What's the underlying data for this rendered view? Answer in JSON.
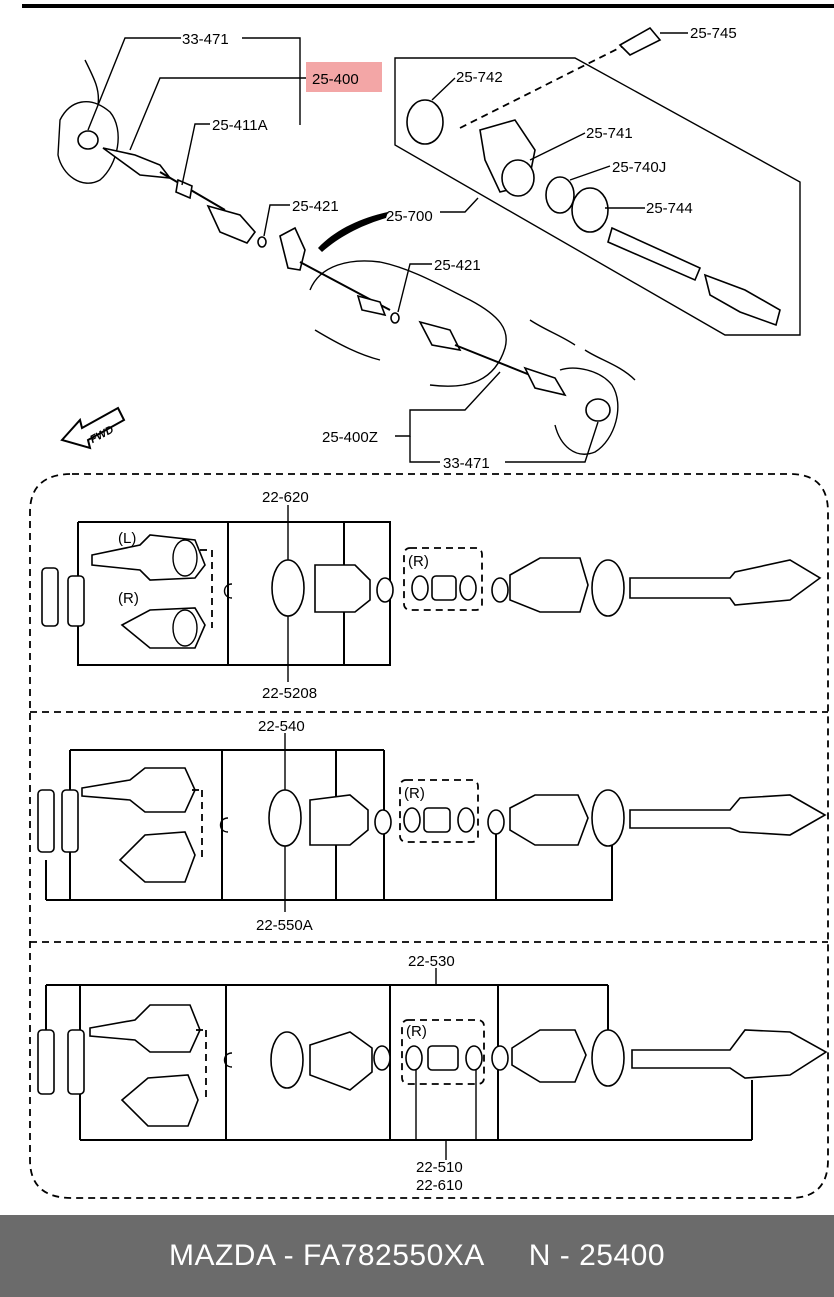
{
  "labels": {
    "top": {
      "l_33_471_a": "33-471",
      "l_25_400": "25-400",
      "l_25_411a": "25-411A",
      "l_25_421_a": "25-421",
      "l_25_700": "25-700",
      "l_25_421_b": "25-421",
      "l_25_400z": "25-400Z",
      "l_33_471_b": "33-471",
      "l_25_745": "25-745",
      "l_25_742": "25-742",
      "l_25_741": "25-741",
      "l_25_740j": "25-740J",
      "l_25_744": "25-744",
      "fwd": "FWD"
    },
    "section1": {
      "top": "22-620",
      "bottom": "22-5208",
      "side_l": "(L)",
      "side_r": "(R)",
      "inner_r": "(R)"
    },
    "section2": {
      "top": "22-540",
      "bottom": "22-550A",
      "inner_r": "(R)"
    },
    "section3": {
      "top": "22-530",
      "bottom1": "22-510",
      "bottom2": "22-610",
      "inner_r": "(R)"
    }
  },
  "highlight_color": "#f3a6a6",
  "footer": {
    "brand_part": "MAZDA - FA782550XA",
    "ref": "N - 25400",
    "background": "#6b6b6b"
  }
}
